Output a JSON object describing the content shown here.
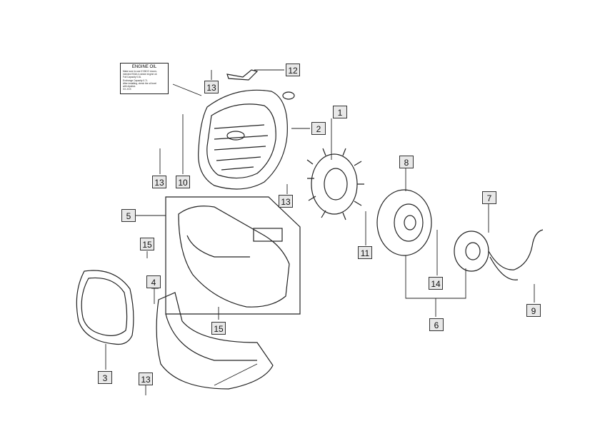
{
  "diagram": {
    "callouts": [
      "1",
      "2",
      "3",
      "4",
      "5",
      "6",
      "7",
      "8",
      "9",
      "10",
      "11",
      "12",
      "13",
      "13",
      "13",
      "13",
      "14",
      "15",
      "15"
    ],
    "oil_label": {
      "title": "ENGINE OIL",
      "lines": [
        "Make sure to use KYMCO recom-",
        "mended SS4A 4-stroke engine oil.",
        "Full Capacity      0.8L",
        "Exchange Capacity  0.7L",
        "After installing, check the oil level",
        "with dipstick.",
        "XX-XXX"
      ]
    }
  }
}
